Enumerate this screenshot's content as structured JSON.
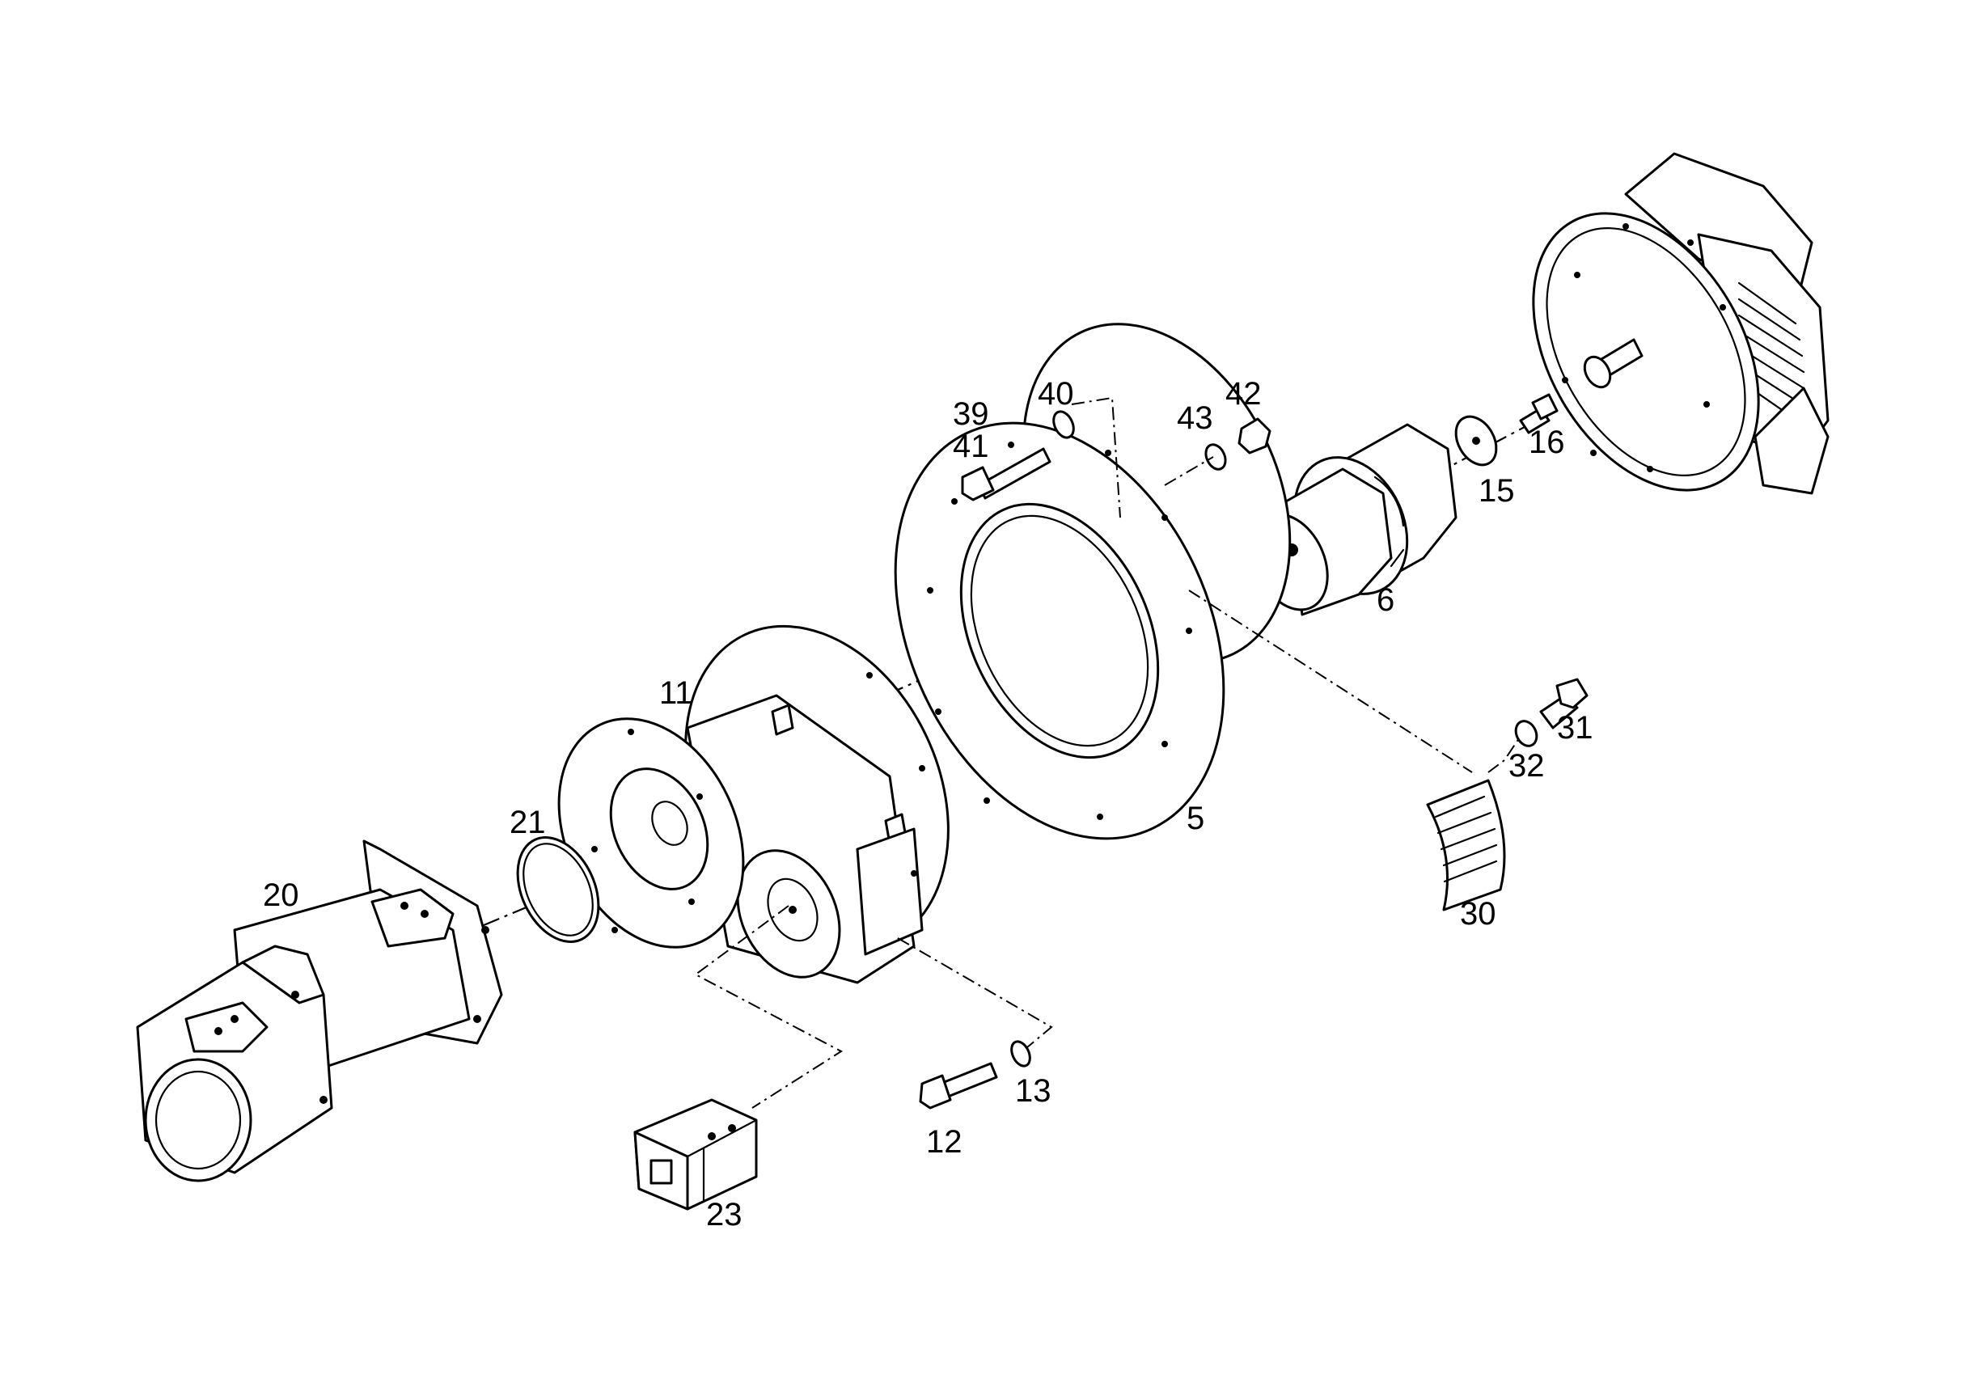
{
  "figure": {
    "colors": {
      "ink": "#000000",
      "paper": "#ffffff"
    },
    "callouts": [
      {
        "id": "c39",
        "text": "39"
      },
      {
        "id": "c41",
        "text": "41"
      },
      {
        "id": "c40",
        "text": "40"
      },
      {
        "id": "c43",
        "text": "43"
      },
      {
        "id": "c42",
        "text": "42"
      },
      {
        "id": "c16",
        "text": "16"
      },
      {
        "id": "c15",
        "text": "15"
      },
      {
        "id": "c6",
        "text": "6"
      },
      {
        "id": "c11",
        "text": "11"
      },
      {
        "id": "c5",
        "text": "5"
      },
      {
        "id": "c31",
        "text": "31"
      },
      {
        "id": "c32",
        "text": "32"
      },
      {
        "id": "c21",
        "text": "21"
      },
      {
        "id": "c20",
        "text": "20"
      },
      {
        "id": "c30",
        "text": "30"
      },
      {
        "id": "c13",
        "text": "13"
      },
      {
        "id": "c12",
        "text": "12"
      },
      {
        "id": "c23",
        "text": "23"
      }
    ]
  }
}
